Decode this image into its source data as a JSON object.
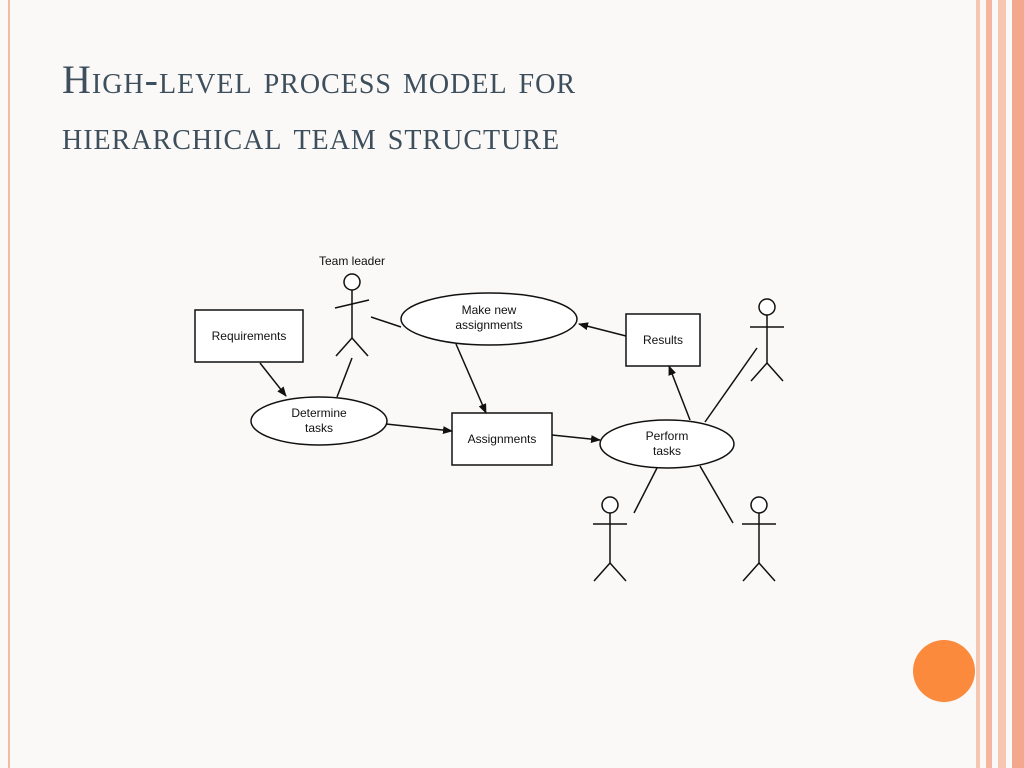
{
  "slide": {
    "title_line1": "High-level process model for",
    "title_line2": "hierarchical team structure"
  },
  "diagram": {
    "actor_team_leader": "Team leader",
    "box_requirements": "Requirements",
    "box_assignments": "Assignments",
    "box_results": "Results",
    "ellipse_determine_line1": "Determine",
    "ellipse_determine_line2": "tasks",
    "ellipse_make_line1": "Make new",
    "ellipse_make_line2": "assignments",
    "ellipse_perform_line1": "Perform",
    "ellipse_perform_line2": "tasks"
  },
  "colors": {
    "accent": "#fb8a3c",
    "title": "#3d4f5c",
    "frame": "#f3b9a3"
  }
}
